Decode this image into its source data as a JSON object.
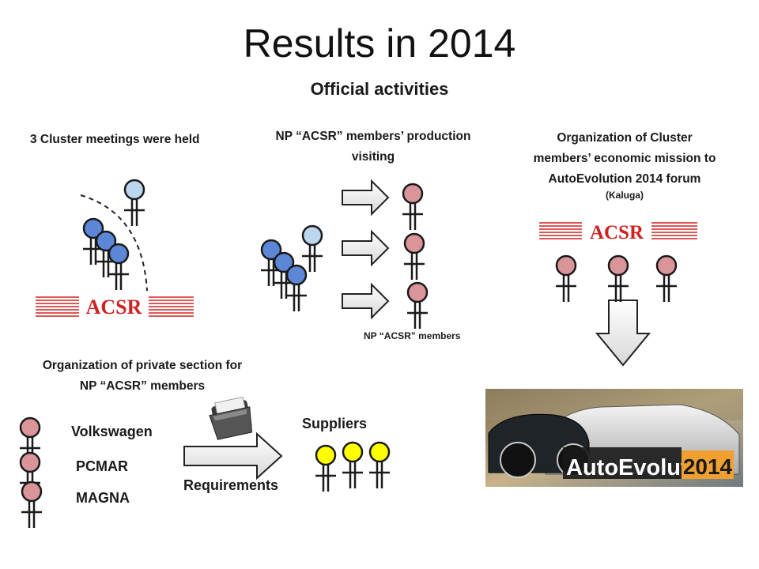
{
  "slide": {
    "title": "Results in 2014",
    "subtitle": "Official activities"
  },
  "meetings": {
    "caption": "3 Cluster meetings were held",
    "logo_text": "ACSR"
  },
  "visits": {
    "caption_line1": "NP “ACSR” members’ production",
    "caption_line2": "visiting",
    "members_label": "NP “ACSR” members"
  },
  "mission": {
    "caption_line1": "Organization of Cluster",
    "caption_line2": "members’ economic mission to",
    "caption_line3": "AutoEvolution  2014 forum",
    "caption_line4": "(Kaluga)",
    "logo_text": "ACSR",
    "banner_text": "AutoEvolution",
    "banner_year": "2014"
  },
  "private": {
    "caption_line1": "Organization of private section for",
    "caption_line2": "NP “ACSR” members",
    "companies": [
      "Volkswagen",
      "PCMAR",
      "MAGNA"
    ],
    "requirements_label": "Requirements",
    "suppliers_label": "Suppliers"
  },
  "colors": {
    "pink": "#d9959a",
    "blue": "#5b87d6",
    "light_blue": "#bcd6ee",
    "yellow": "#ffff00",
    "logo_red": "#d02020"
  }
}
